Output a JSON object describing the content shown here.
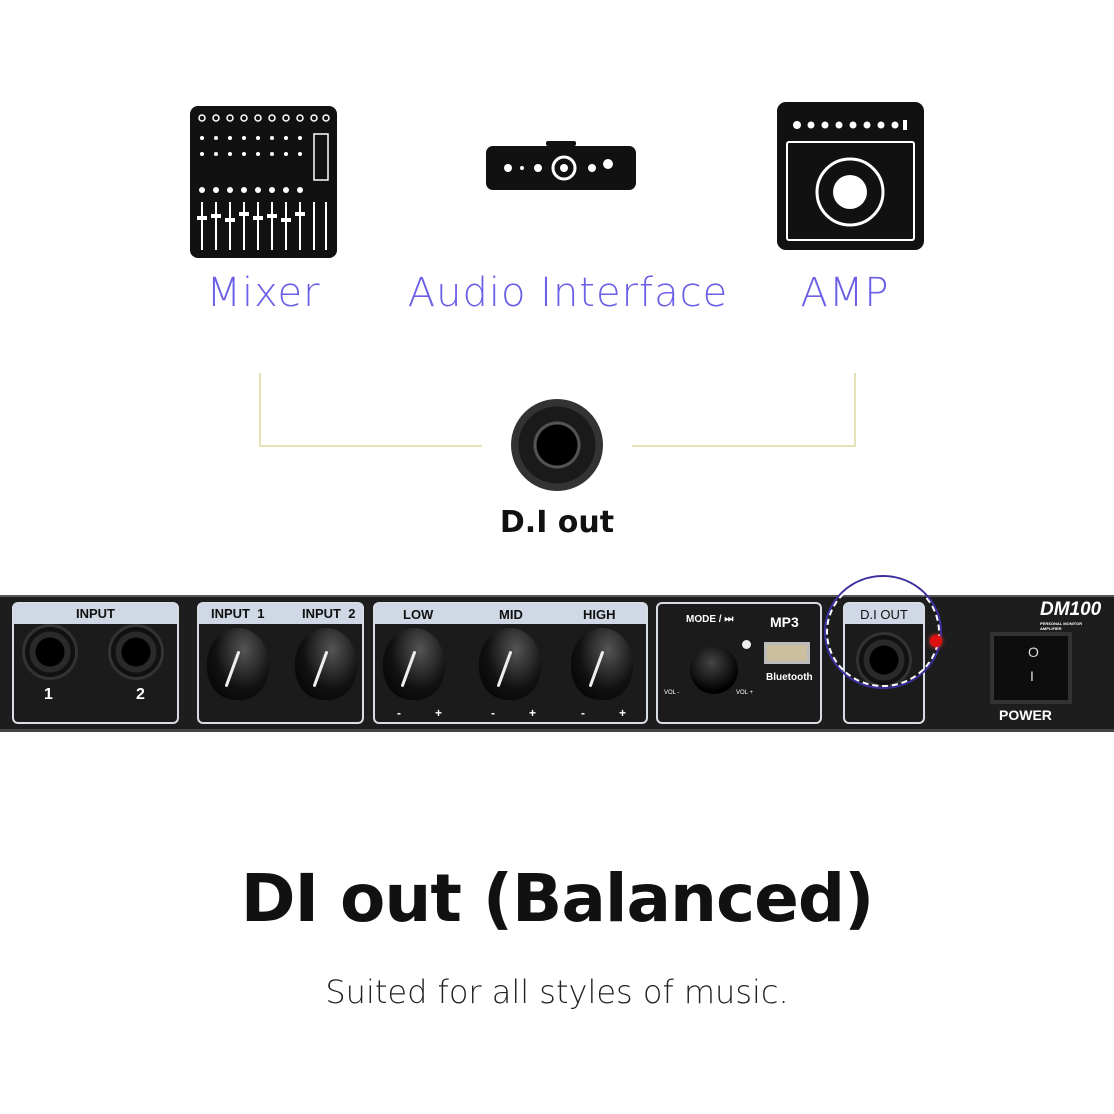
{
  "devices": [
    {
      "label": "Mixer",
      "icon": "mixer-icon"
    },
    {
      "label": "Audio Interface",
      "icon": "audio-interface-icon"
    },
    {
      "label": "AMP",
      "icon": "amp-icon"
    }
  ],
  "connector": {
    "label": "D.I out",
    "icon": "quarter-inch-jack-icon"
  },
  "panel": {
    "input_section": {
      "title": "INPUT",
      "jacks": [
        "1",
        "2"
      ]
    },
    "volume_section": {
      "labels": [
        "INPUT  1",
        "INPUT  2"
      ]
    },
    "eq_section": {
      "labels": [
        "LOW",
        "MID",
        "HIGH"
      ],
      "minus": "-",
      "plus": "+"
    },
    "mp3_section": {
      "mode": "MODE / ⏭",
      "mp3": "MP3",
      "bluetooth": "Bluetooth",
      "vol_minus": "VOL -",
      "vol_plus": "VOL +"
    },
    "di_section": {
      "title": "D.I OUT"
    },
    "model": "DM100",
    "model_sub": "PERSONAL MONITOR AMPLIFIER",
    "power": "POWER",
    "power_on": "I",
    "power_off": "O"
  },
  "colors": {
    "accent": "#6b5fe6",
    "highlight_circle": "#3a2f9e",
    "led": "#e01010"
  },
  "title": "DI out (Balanced)",
  "subtitle": "Suited for all styles of music."
}
